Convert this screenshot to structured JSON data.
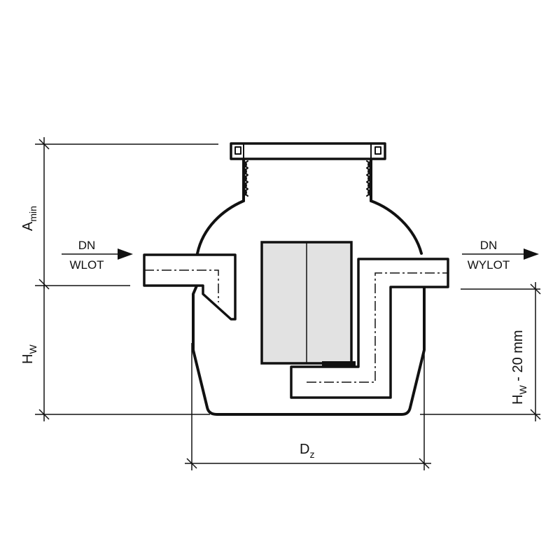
{
  "labels": {
    "inlet_dn": "DN",
    "inlet_name": "WLOT",
    "outlet_dn": "DN",
    "outlet_name": "WYLOT",
    "a_main": "A",
    "a_sub": "min",
    "hw_main": "H",
    "hw_sub": "W",
    "hw20_main": "H",
    "hw20_sub": "W",
    "hw20_suffix": " - 20 mm",
    "dz_main": "D",
    "dz_sub": "z"
  },
  "colors": {
    "line": "#111111",
    "filter_fill": "#e2e2e2"
  }
}
